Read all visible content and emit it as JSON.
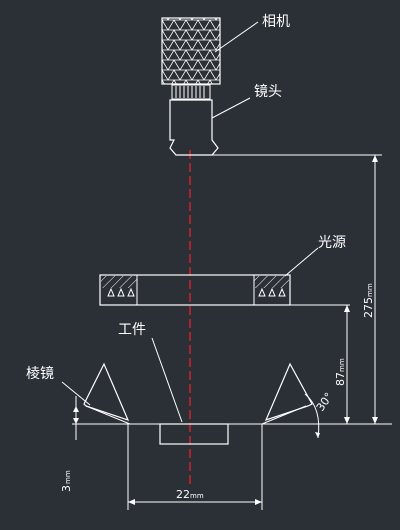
{
  "labels": {
    "camera": "相机",
    "lens": "镜头",
    "light_source": "光源",
    "workpiece": "工件",
    "prism": "棱镜"
  },
  "dimensions": {
    "total_height": {
      "value": "275",
      "unit": "mm"
    },
    "light_height": {
      "value": "87",
      "unit": "mm"
    },
    "prism_angle": {
      "value": "30°"
    },
    "prism_offset": {
      "value": "3",
      "unit": "mm"
    },
    "workpiece_width": {
      "value": "22",
      "unit": "mm"
    }
  },
  "colors": {
    "background": "#2b2f36",
    "line": "#ffffff",
    "optical_axis": "#e0202a"
  }
}
